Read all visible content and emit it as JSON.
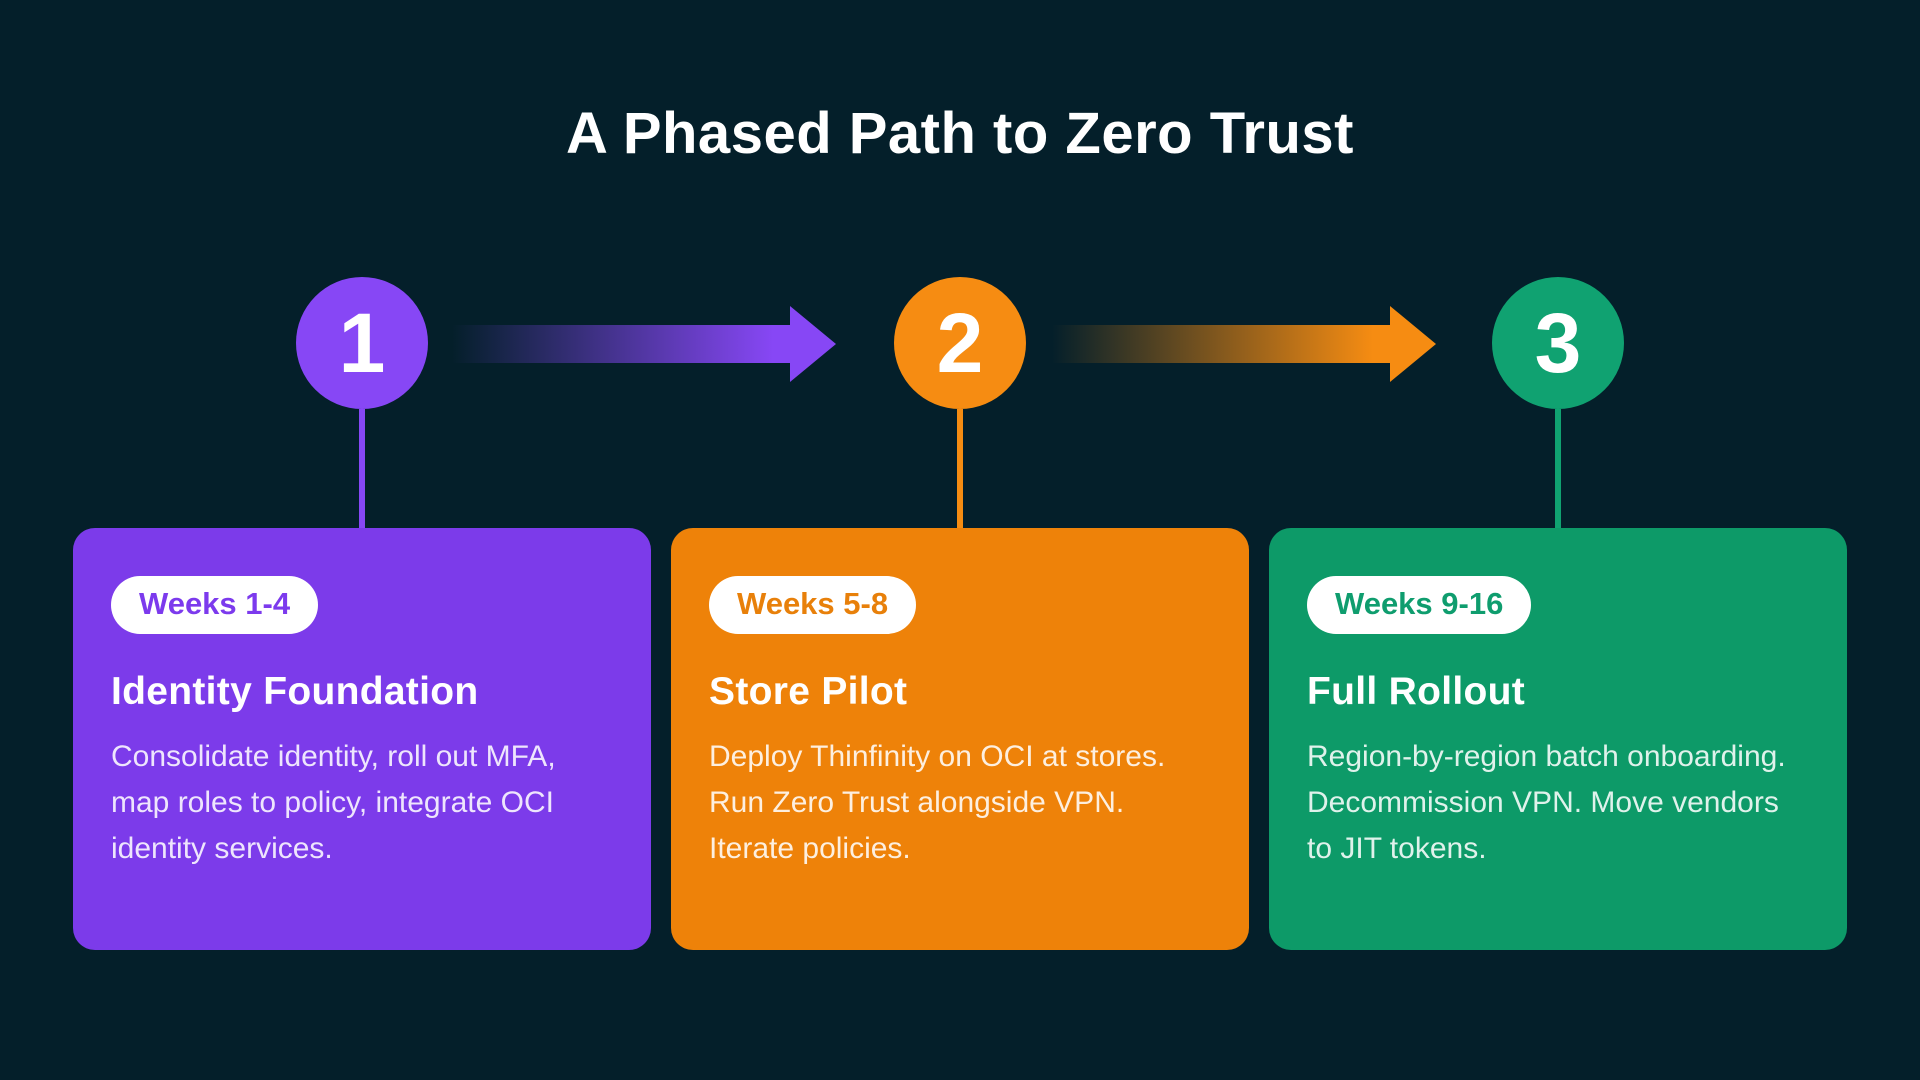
{
  "title": "A Phased Path to Zero Trust",
  "background_color": "#041f2a",
  "phases": [
    {
      "number": "1",
      "weeks_badge": "Weeks 1-4",
      "name": "Identity Foundation",
      "description": "Consolidate identity, roll out MFA, map roles to policy, integrate OCI identity services.",
      "card_color": "#7c3bea",
      "accent_color": "#8747f5",
      "badge_text_color": "#7c3aed"
    },
    {
      "number": "2",
      "weeks_badge": "Weeks 5-8",
      "name": "Store Pilot",
      "description": "Deploy Thinfinity on OCI at stores. Run Zero Trust alongside VPN. Iterate policies.",
      "card_color": "#ee8209",
      "accent_color": "#f68c12",
      "badge_text_color": "#e8800a"
    },
    {
      "number": "3",
      "weeks_badge": "Weeks 9-16",
      "name": "Full Rollout",
      "description": "Region-by-region batch onboarding. Decommission VPN. Move vendors to JIT tokens.",
      "card_color": "#0d9a68",
      "accent_color": "#10a271",
      "badge_text_color": "#0f9d6e"
    }
  ]
}
